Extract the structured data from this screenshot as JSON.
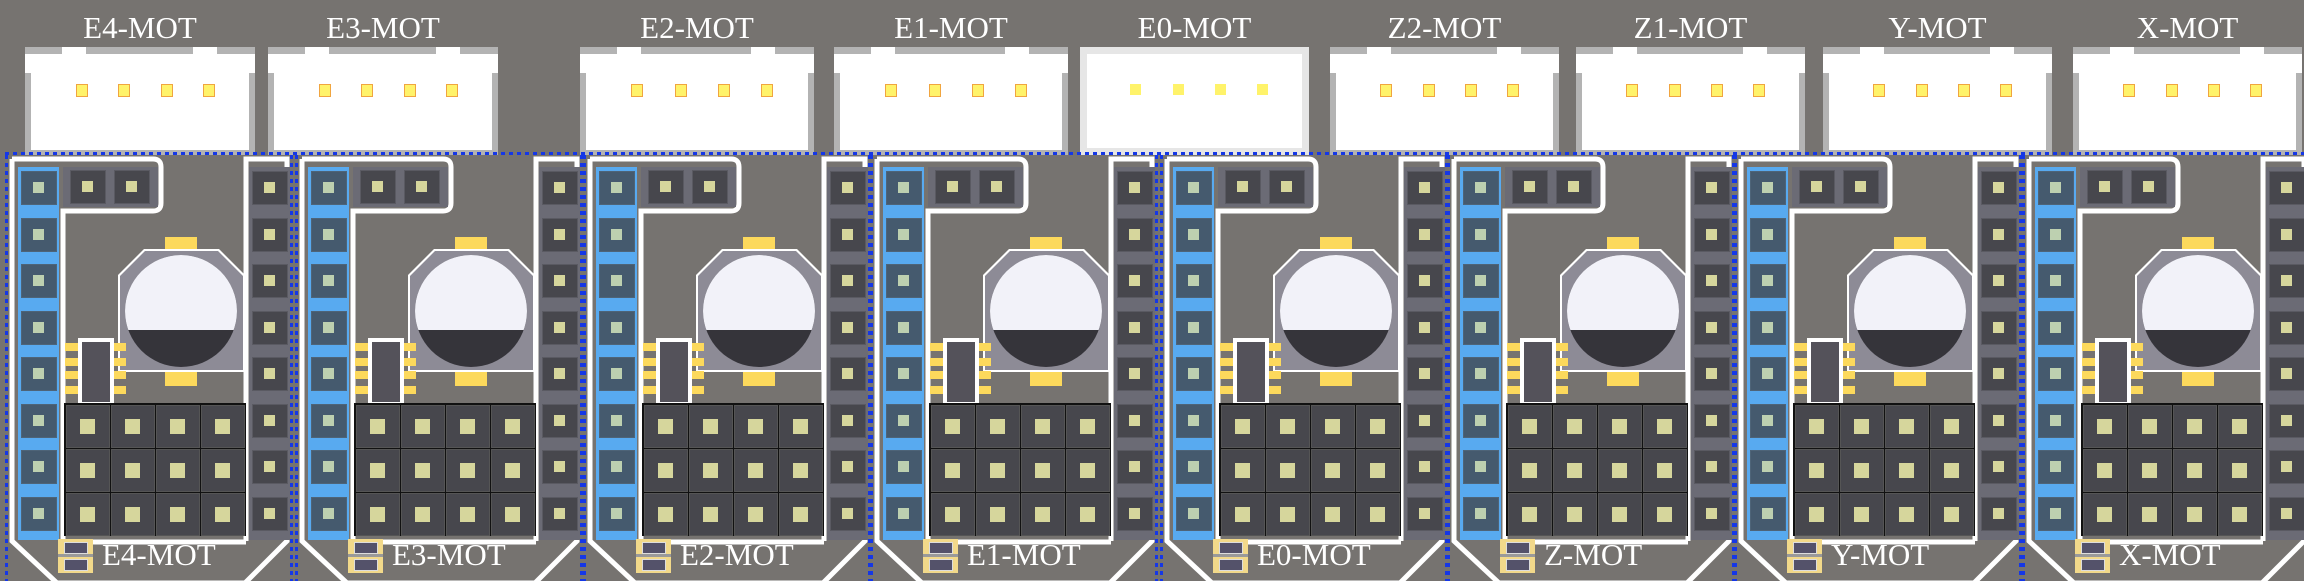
{
  "top_connectors": [
    {
      "label": "E4-MOT",
      "variant": "standard"
    },
    {
      "label": "E3-MOT",
      "variant": "standard"
    },
    {
      "label": "E2-MOT",
      "variant": "standard"
    },
    {
      "label": "E1-MOT",
      "variant": "standard"
    },
    {
      "label": "E0-MOT",
      "variant": "highlighted"
    },
    {
      "label": "Z2-MOT",
      "variant": "standard"
    },
    {
      "label": "Z1-MOT",
      "variant": "standard"
    },
    {
      "label": "Y-MOT",
      "variant": "standard"
    },
    {
      "label": "X-MOT",
      "variant": "standard"
    }
  ],
  "driver_modules": [
    {
      "label": "E4-MOT"
    },
    {
      "label": "E3-MOT"
    },
    {
      "label": "E2-MOT"
    },
    {
      "label": "E1-MOT"
    },
    {
      "label": "E0-MOT"
    },
    {
      "label": "Z-MOT"
    },
    {
      "label": "Y-MOT"
    },
    {
      "label": "X-MOT"
    }
  ],
  "colors": {
    "board": "#767370",
    "selection_outline": "#1537e6",
    "header_blue": "#58aaf0",
    "header_gray": "#6b6b75",
    "pin_yellow": "#fff36a",
    "pad_gold": "#fcd95c"
  }
}
